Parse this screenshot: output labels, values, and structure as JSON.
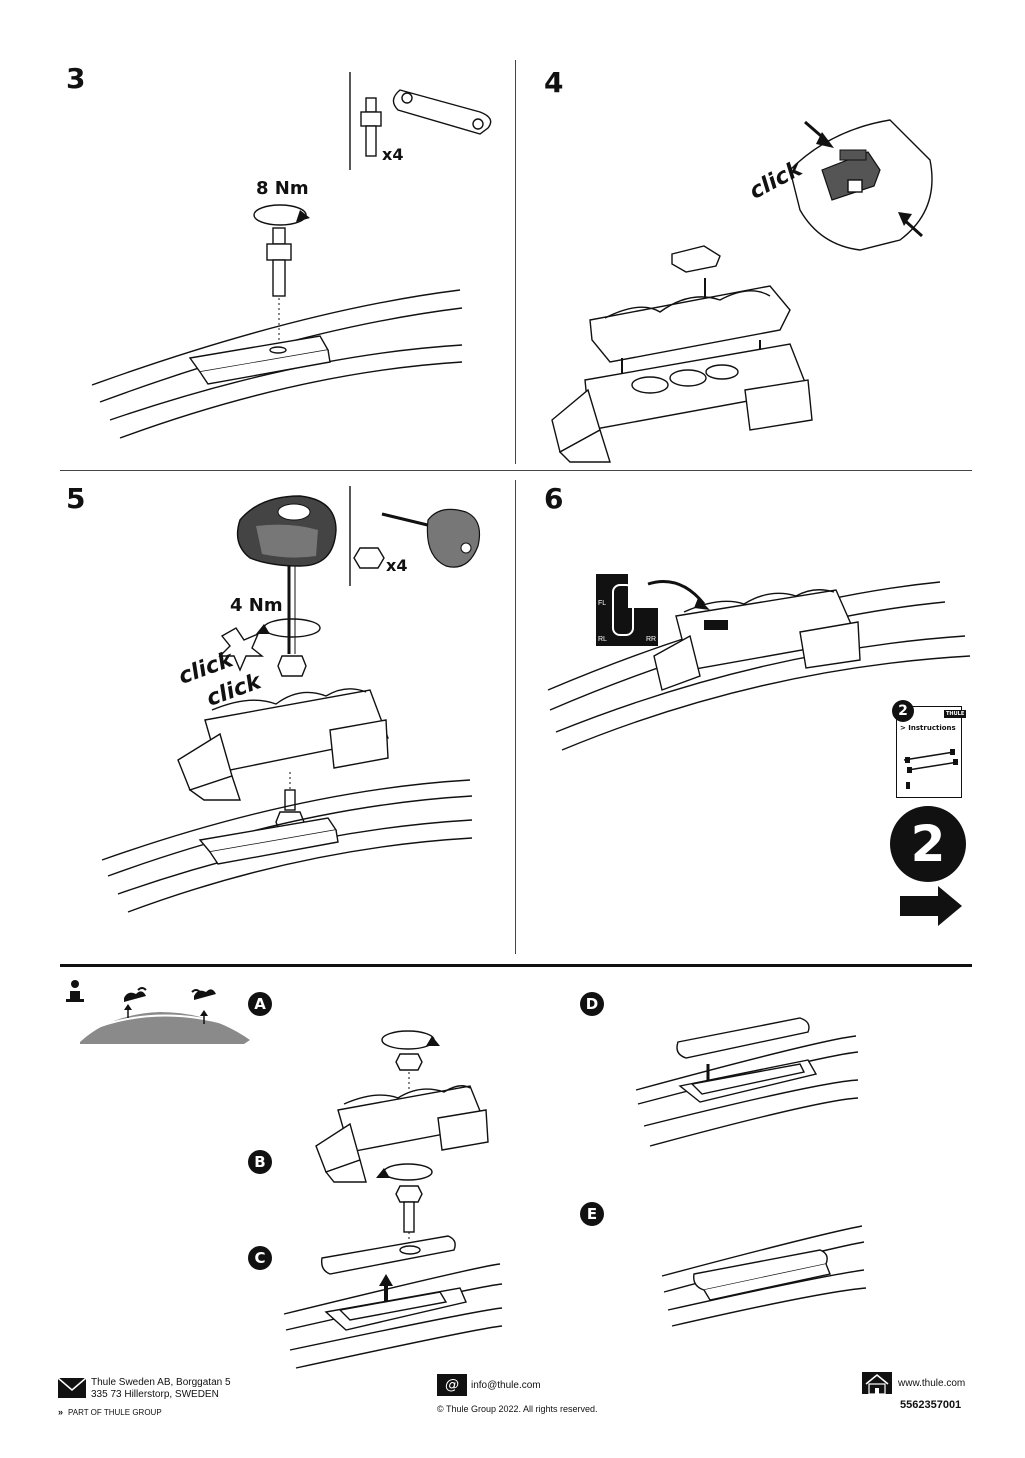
{
  "steps": {
    "s3": {
      "number": "3",
      "torque": "8 Nm",
      "quantity": "x4"
    },
    "s4": {
      "number": "4",
      "click": "click"
    },
    "s5": {
      "number": "5",
      "torque": "4 Nm",
      "quantity": "x4",
      "click1": "click",
      "click2": "click"
    },
    "s6": {
      "number": "6",
      "labels": {
        "fl": "FL",
        "rl": "RL",
        "rr": "RR"
      },
      "booklet": {
        "number": "2",
        "title": "> Instructions",
        "brand": "THULE"
      },
      "next_number": "2"
    }
  },
  "info": {
    "icon": "info-icon",
    "letters": {
      "a": "A",
      "b": "B",
      "c": "C",
      "d": "D",
      "e": "E"
    }
  },
  "footer": {
    "address_line1": "Thule Sweden AB, Borggatan 5",
    "address_line2": "335 73 Hillerstorp, SWEDEN",
    "group": "PART OF THULE GROUP",
    "email": "info@thule.com",
    "copyright": "© Thule Group 2022. All rights reserved.",
    "website": "www.thule.com",
    "part_number": "5562357001"
  },
  "colors": {
    "ink": "#111111",
    "paper": "#ffffff",
    "roof_grey": "#8a8a8a",
    "part_grey": "#555555"
  }
}
